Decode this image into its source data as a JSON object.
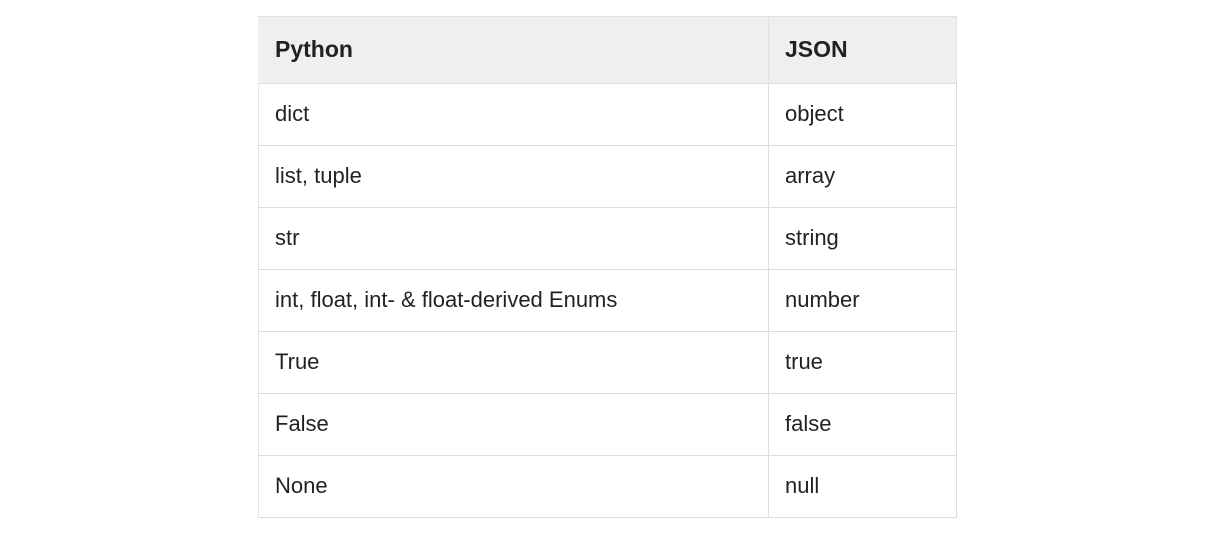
{
  "table": {
    "columns": [
      {
        "key": "python",
        "label": "Python"
      },
      {
        "key": "json",
        "label": "JSON"
      }
    ],
    "rows": [
      {
        "python": "dict",
        "json": "object"
      },
      {
        "python": "list, tuple",
        "json": "array"
      },
      {
        "python": "str",
        "json": "string"
      },
      {
        "python": "int, float, int- & float-derived Enums",
        "json": "number"
      },
      {
        "python": "True",
        "json": "true"
      },
      {
        "python": "False",
        "json": "false"
      },
      {
        "python": "None",
        "json": "null"
      }
    ]
  },
  "colors": {
    "page_background": "#ffffff",
    "header_background": "#efefef",
    "border": "#dadce0",
    "text": "#1f2124"
  }
}
